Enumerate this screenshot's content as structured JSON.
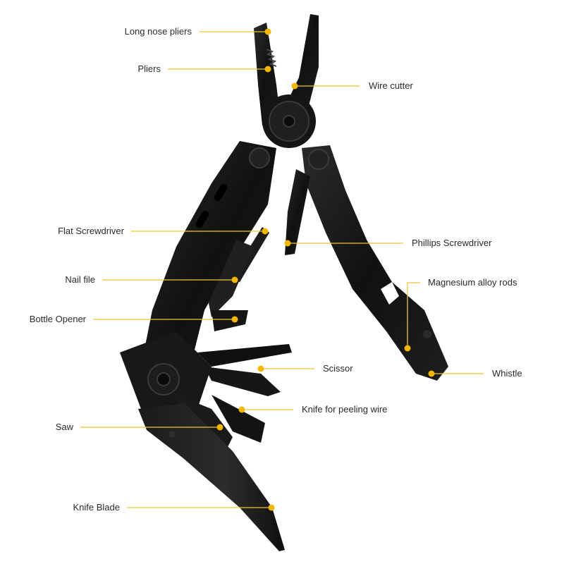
{
  "colors": {
    "tool": "#141414",
    "tool_edge": "#3a3a3a",
    "leader": "#f4c430",
    "dot": "#f2b705",
    "text": "#2a2a2a"
  },
  "callouts": [
    {
      "id": "long-nose-pliers",
      "text": "Long nose pliers"
    },
    {
      "id": "pliers",
      "text": "Pliers"
    },
    {
      "id": "wire-cutter",
      "text": "Wire cutter"
    },
    {
      "id": "flat-screwdriver",
      "text": "Flat Screwdriver"
    },
    {
      "id": "phillips-screwdriver",
      "text": "Phillips Screwdriver"
    },
    {
      "id": "nail-file",
      "text": "Nail file"
    },
    {
      "id": "magnesium-alloy-rods",
      "text": "Magnesium alloy rods"
    },
    {
      "id": "bottle-opener",
      "text": "Bottle Opener"
    },
    {
      "id": "scissor",
      "text": "Scissor"
    },
    {
      "id": "whistle",
      "text": "Whistle"
    },
    {
      "id": "knife-for-peeling-wire",
      "text": "Knife for peeling wire"
    },
    {
      "id": "saw",
      "text": "Saw"
    },
    {
      "id": "knife-blade",
      "text": "Knife Blade"
    }
  ]
}
